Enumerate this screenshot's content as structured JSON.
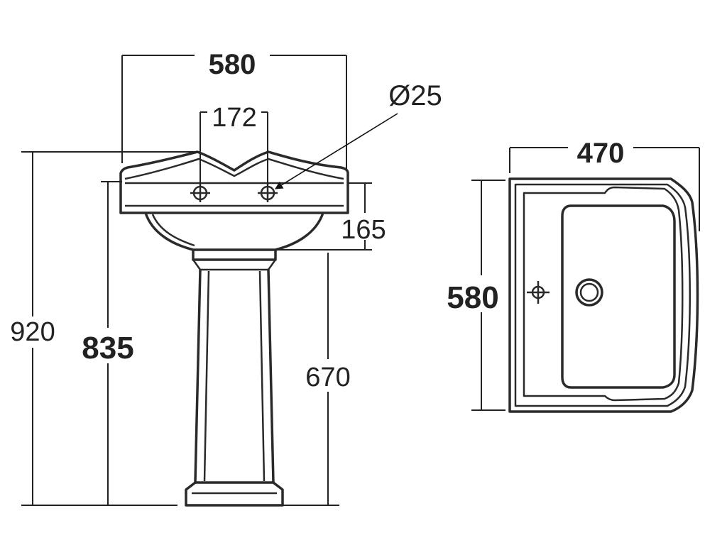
{
  "front_view": {
    "overall_width": "580",
    "tap_hole_spacing": "172",
    "tap_hole_diameter": "Ø25",
    "overall_height": "920",
    "rim_height": "835",
    "basin_depth": "165",
    "pedestal_height": "670"
  },
  "plan_view": {
    "depth": "470",
    "width": "580"
  }
}
